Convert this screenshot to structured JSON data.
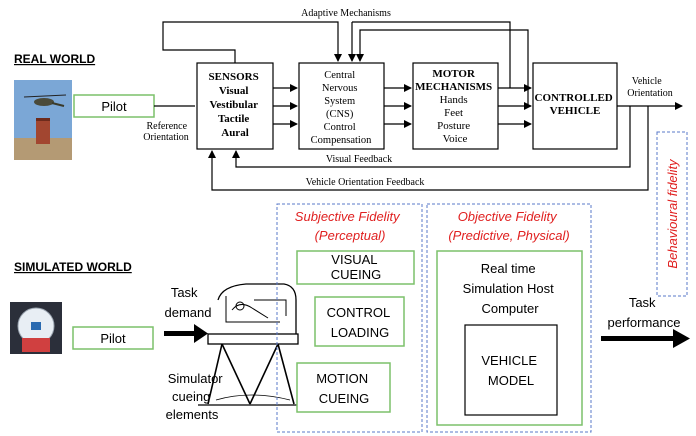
{
  "real_world": {
    "heading": "REAL WORLD",
    "pilot": "Pilot",
    "reference_orientation": [
      "Reference",
      "Orientation"
    ],
    "adaptive_mechanisms": "Adaptive Mechanisms",
    "sensors": [
      "SENSORS",
      "Visual",
      "Vestibular",
      "Tactile",
      "Aural"
    ],
    "cns": [
      "Central",
      "Nervous",
      "System",
      "(CNS)",
      "Control",
      "Compensation"
    ],
    "motor": [
      "MOTOR",
      "MECHANISMS",
      "Hands",
      "Feet",
      "Posture",
      "Voice"
    ],
    "vehicle": [
      "CONTROLLED",
      "VEHICLE"
    ],
    "vehicle_orientation": [
      "Vehicle",
      "Orientation"
    ],
    "visual_feedback": "Visual Feedback",
    "vehicle_orientation_feedback": "Vehicle Orientation Feedback"
  },
  "behavioural_fidelity": "Behavioural fidelity",
  "simulated_world": {
    "heading": "SIMULATED WORLD",
    "pilot": "Pilot",
    "task_demand": [
      "Task",
      "demand"
    ],
    "simulator_cueing": [
      "Simulator",
      "cueing",
      "elements"
    ],
    "subjective_fidelity": [
      "Subjective Fidelity",
      "(Perceptual)"
    ],
    "visual_cueing": [
      "VISUAL",
      "CUEING"
    ],
    "control_loading": [
      "CONTROL",
      "LOADING"
    ],
    "motion_cueing": [
      "MOTION",
      "CUEING"
    ],
    "objective_fidelity": [
      "Objective Fidelity",
      "(Predictive, Physical)"
    ],
    "host_computer": [
      "Real time",
      "Simulation Host",
      "Computer"
    ],
    "vehicle_model": [
      "VEHICLE",
      "MODEL"
    ],
    "task_performance": [
      "Task",
      "performance"
    ]
  },
  "colors": {
    "red": "#e02020",
    "green_border": "#7cc16a",
    "blue_dashed": "#5a78c8",
    "black": "#000000"
  }
}
